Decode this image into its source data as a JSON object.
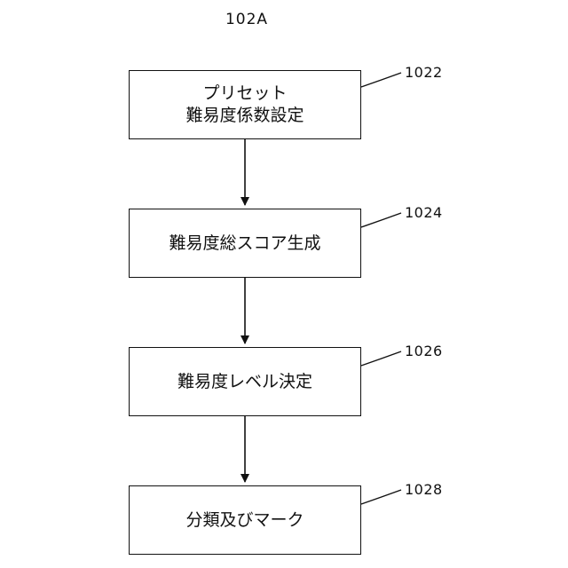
{
  "figure": {
    "label": "102A"
  },
  "steps": [
    {
      "ref": "1022",
      "lines": [
        "プリセット",
        "難易度係数設定"
      ]
    },
    {
      "ref": "1024",
      "lines": [
        "難易度総スコア生成"
      ]
    },
    {
      "ref": "1026",
      "lines": [
        "難易度レベル決定"
      ]
    },
    {
      "ref": "1028",
      "lines": [
        "分類及びマーク"
      ]
    }
  ]
}
